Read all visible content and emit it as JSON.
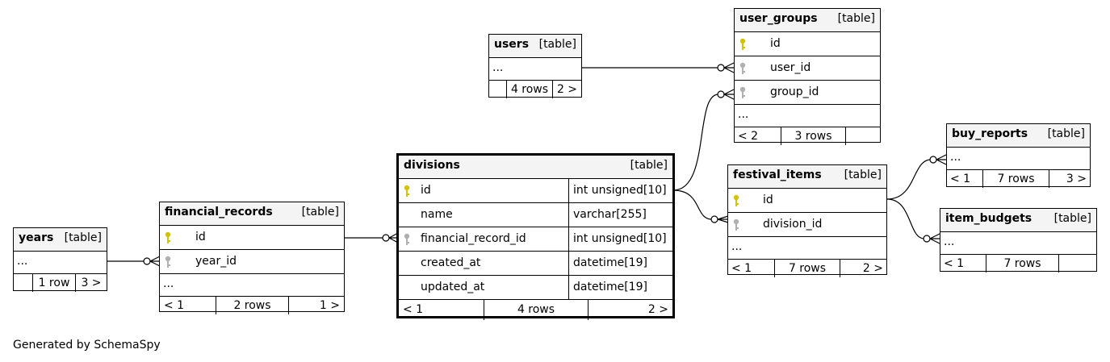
{
  "footer": {
    "generated": "Generated by SchemaSpy"
  },
  "colors": {
    "header_bg": "#f4f4f4",
    "pk_key": "#d4c400",
    "fk_key": "#b0b0b0",
    "line": "#000000"
  },
  "tables": {
    "users": {
      "name": "users",
      "kind": "[table]",
      "ellipsis": "...",
      "foot": [
        "",
        "4 rows",
        "2 >"
      ]
    },
    "user_groups": {
      "name": "user_groups",
      "kind": "[table]",
      "columns": [
        {
          "name": "id",
          "key": "pk"
        },
        {
          "name": "user_id",
          "key": "fk"
        },
        {
          "name": "group_id",
          "key": "fk"
        }
      ],
      "ellipsis": "...",
      "foot": [
        "< 2",
        "3 rows",
        ""
      ]
    },
    "buy_reports": {
      "name": "buy_reports",
      "kind": "[table]",
      "ellipsis": "...",
      "foot": [
        "< 1",
        "7 rows",
        "3 >"
      ]
    },
    "item_budgets": {
      "name": "item_budgets",
      "kind": "[table]",
      "ellipsis": "...",
      "foot": [
        "< 1",
        "7 rows",
        ""
      ]
    },
    "festival_items": {
      "name": "festival_items",
      "kind": "[table]",
      "columns": [
        {
          "name": "id",
          "key": "pk"
        },
        {
          "name": "division_id",
          "key": "fk"
        }
      ],
      "ellipsis": "...",
      "foot": [
        "< 1",
        "7 rows",
        "2 >"
      ]
    },
    "divisions": {
      "name": "divisions",
      "kind": "[table]",
      "columns": [
        {
          "name": "id",
          "type": "int unsigned[10]",
          "key": "pk"
        },
        {
          "name": "name",
          "type": "varchar[255]",
          "key": ""
        },
        {
          "name": "financial_record_id",
          "type": "int unsigned[10]",
          "key": "fk"
        },
        {
          "name": "created_at",
          "type": "datetime[19]",
          "key": ""
        },
        {
          "name": "updated_at",
          "type": "datetime[19]",
          "key": ""
        }
      ],
      "foot": [
        "< 1",
        "4 rows",
        "2 >"
      ]
    },
    "financial_records": {
      "name": "financial_records",
      "kind": "[table]",
      "columns": [
        {
          "name": "id",
          "key": "pk"
        },
        {
          "name": "year_id",
          "key": "fk"
        }
      ],
      "ellipsis": "...",
      "foot": [
        "< 1",
        "2 rows",
        "1 >"
      ]
    },
    "years": {
      "name": "years",
      "kind": "[table]",
      "ellipsis": "...",
      "foot": [
        "",
        "1 row",
        "3 >"
      ]
    }
  }
}
